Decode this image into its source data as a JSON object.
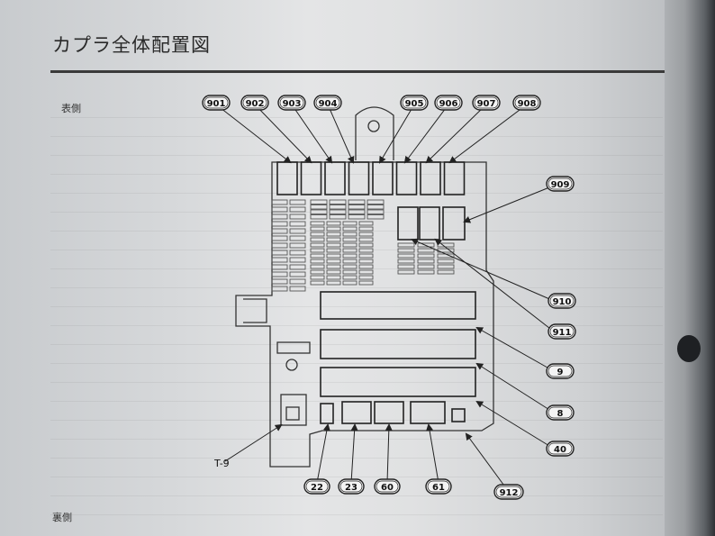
{
  "title": "カプラ全体配置図",
  "sections": {
    "front": "表側",
    "back": "裏側"
  },
  "top_connectors": [
    "901",
    "902",
    "903",
    "904",
    "905",
    "906",
    "907",
    "908"
  ],
  "callouts_right": [
    "909",
    "910",
    "911",
    "9",
    "8",
    "40"
  ],
  "callouts_bottom": [
    "22",
    "23",
    "60",
    "61",
    "912"
  ],
  "callout_left": "T-9"
}
